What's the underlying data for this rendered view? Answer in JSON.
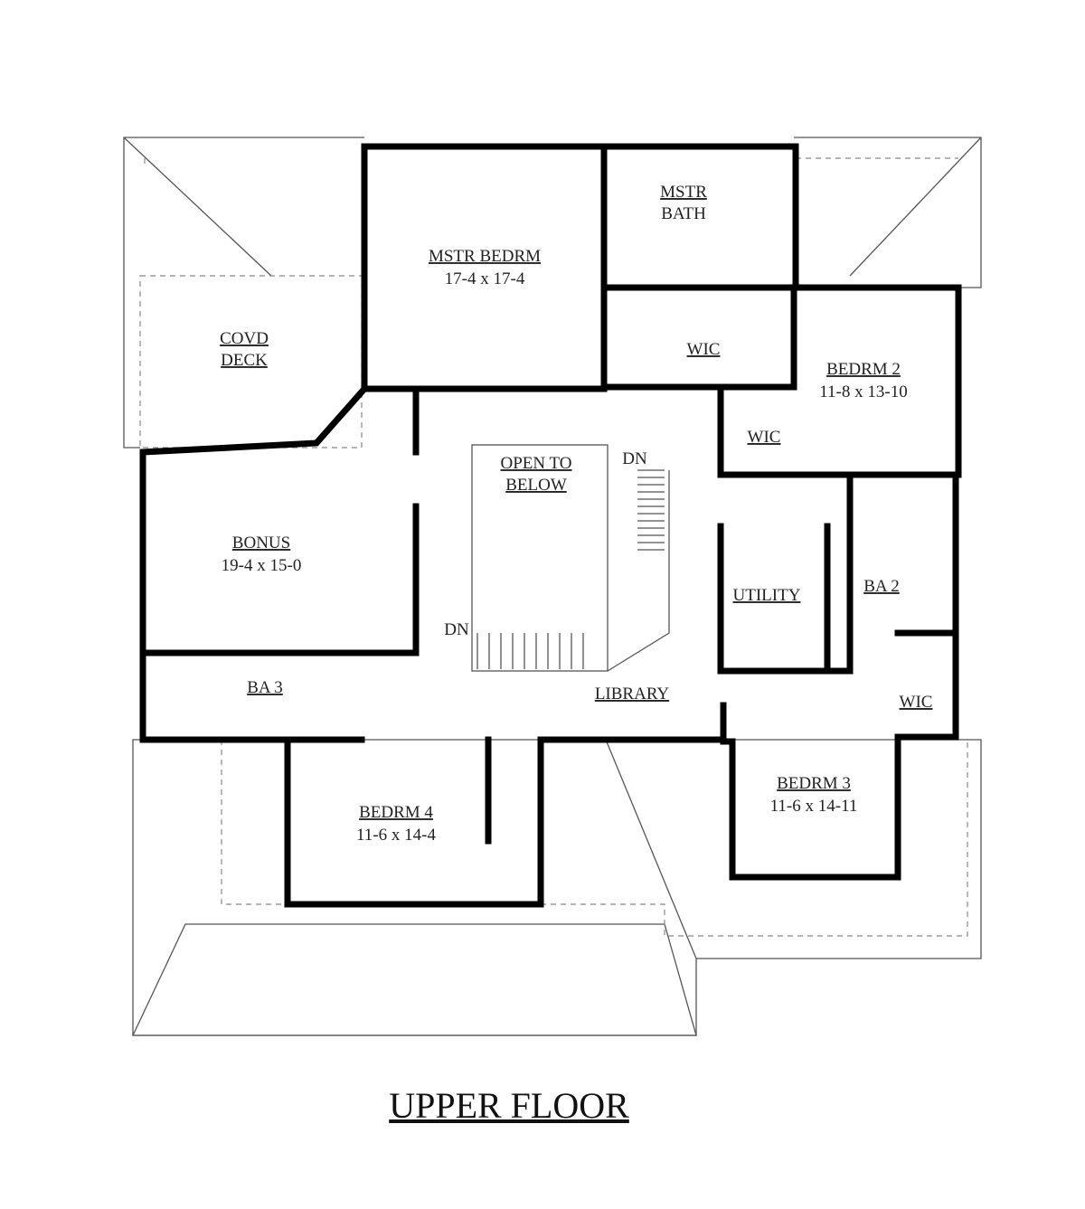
{
  "title": "UPPER FLOOR",
  "rooms": {
    "mstr_bedrm": {
      "name": "MSTR BEDRM",
      "size": "17-4 x 17-4"
    },
    "mstr_bath": {
      "name_1": "MSTR",
      "name_2": "BATH"
    },
    "wic_master": {
      "name": "WIC"
    },
    "bedrm2": {
      "name": "BEDRM 2",
      "size": "11-8 x 13-10"
    },
    "wic_bedrm2": {
      "name": "WIC"
    },
    "covd_deck": {
      "name_1": "COVD",
      "name_2": "DECK"
    },
    "open_to_below": {
      "name_1": "OPEN TO",
      "name_2": "BELOW"
    },
    "stairs": {
      "dn_upper": "DN",
      "dn_lower": "DN"
    },
    "bonus": {
      "name": "BONUS",
      "size": "19-4 x 15-0"
    },
    "utility": {
      "name": "UTILITY"
    },
    "ba2": {
      "name": "BA 2"
    },
    "ba3": {
      "name": "BA 3"
    },
    "library": {
      "name": "LIBRARY"
    },
    "wic_bedrm3": {
      "name": "WIC"
    },
    "bedrm3": {
      "name": "BEDRM 3",
      "size": "11-6 x 14-11"
    },
    "bedrm4": {
      "name": "BEDRM 4",
      "size": "11-6 x 14-4"
    }
  }
}
